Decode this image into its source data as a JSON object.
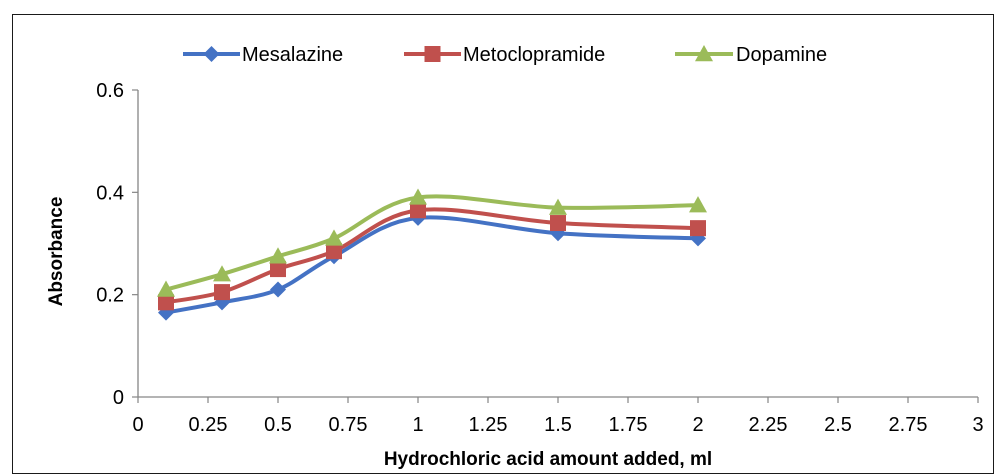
{
  "chart_data": {
    "type": "line",
    "xlabel": "Hydrochloric acid amount  added, ml",
    "ylabel": "Absorbance",
    "xlim": [
      0,
      3
    ],
    "ylim": [
      0,
      0.6
    ],
    "x_ticks": [
      "0",
      "0.25",
      "0.5",
      "0.75",
      "1",
      "1.25",
      "1.5",
      "1.75",
      "2",
      "2.25",
      "2.5",
      "2.75",
      "3"
    ],
    "y_ticks": [
      "0",
      "0.2",
      "0.4",
      "0.6"
    ],
    "grid": false,
    "legend_position": "top",
    "series": [
      {
        "name": "Mesalazine",
        "color": "#4472C4",
        "marker": "diamond",
        "x": [
          0.1,
          0.3,
          0.5,
          0.7,
          1.0,
          1.5,
          2.0
        ],
        "y": [
          0.165,
          0.185,
          0.21,
          0.275,
          0.35,
          0.32,
          0.31
        ]
      },
      {
        "name": "Metoclopramide",
        "color": "#C0504D",
        "marker": "square",
        "x": [
          0.1,
          0.3,
          0.5,
          0.7,
          1.0,
          1.5,
          2.0
        ],
        "y": [
          0.185,
          0.205,
          0.25,
          0.285,
          0.365,
          0.34,
          0.33
        ]
      },
      {
        "name": "Dopamine",
        "color": "#9BBB59",
        "marker": "triangle",
        "x": [
          0.1,
          0.3,
          0.5,
          0.7,
          1.0,
          1.5,
          2.0
        ],
        "y": [
          0.21,
          0.24,
          0.275,
          0.31,
          0.39,
          0.37,
          0.375
        ]
      }
    ]
  }
}
